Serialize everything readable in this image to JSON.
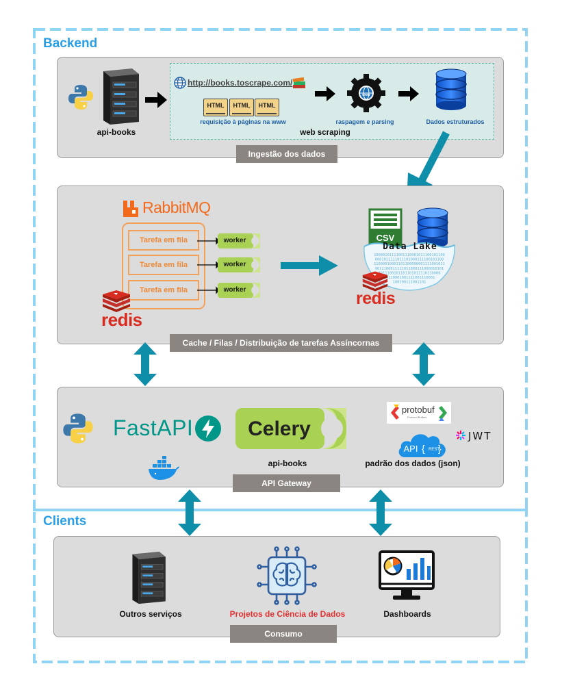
{
  "zones": {
    "backend_title": "Backend",
    "clients_title": "Clients"
  },
  "ingestion": {
    "server_label": "api-books",
    "url": "http://books.toscrape.com/",
    "html_badges": [
      "HTML",
      "HTML",
      "HTML"
    ],
    "request_label": "requisição à páginas na www",
    "scraping_label": "raspagem e parsing",
    "data_label": "Dados estruturados",
    "web_scraping_label": "web scraping",
    "www_label": "www",
    "tag": "Ingestão dos dados"
  },
  "queue": {
    "rabbitmq_logo": "RabbitMQ",
    "tasks": [
      "Tarefa em fila",
      "Tarefa em fila",
      "Tarefa em fila"
    ],
    "workers": [
      "worker",
      "worker",
      "worker"
    ],
    "redis_left": "redis",
    "redis_right": "redis",
    "csv_label": "CSV",
    "datalake_label": "Data Lake",
    "binary_lines": [
      "10000101111001110001011100101100",
      "0001011111011101000111100101100",
      "11000010001101100000001111001011",
      "0011100011111011000111000010101",
      "1011100101101101011110110000",
      "10110001001111001110001",
      "100100111001101"
    ],
    "tag": "Cache / Filas / Distribuição de tarefas Assíncornas"
  },
  "gateway": {
    "fastapi_logo": "FastAPI",
    "celery_logo": "Celery",
    "api_books_label": "api-books",
    "protobuf_logo": "protobuf",
    "protobuf_sub": "Protocol Buffers",
    "api_rest_logo": "API",
    "rest_badge": "REST",
    "jwt_logo": "JWT",
    "data_standard_label": "padrão dos dados (json)",
    "tag": "API Gateway"
  },
  "consumption": {
    "other_services": "Outros serviços",
    "data_science": "Projetos de Ciência de Dados",
    "dashboards": "Dashboards",
    "tag": "Consumo"
  },
  "colors": {
    "zone_border": "#8fd3f5",
    "zone_title": "#2b9fe6",
    "panel_bg": "#dcdcdc",
    "tag_bg": "#8a8580",
    "arrow_teal": "#0e8ea8",
    "rabbit_orange": "#f26b1d",
    "redis_red": "#d82c20",
    "celery_green": "#a9d153",
    "fastapi_teal": "#009688",
    "data_science_red": "#e03030"
  }
}
